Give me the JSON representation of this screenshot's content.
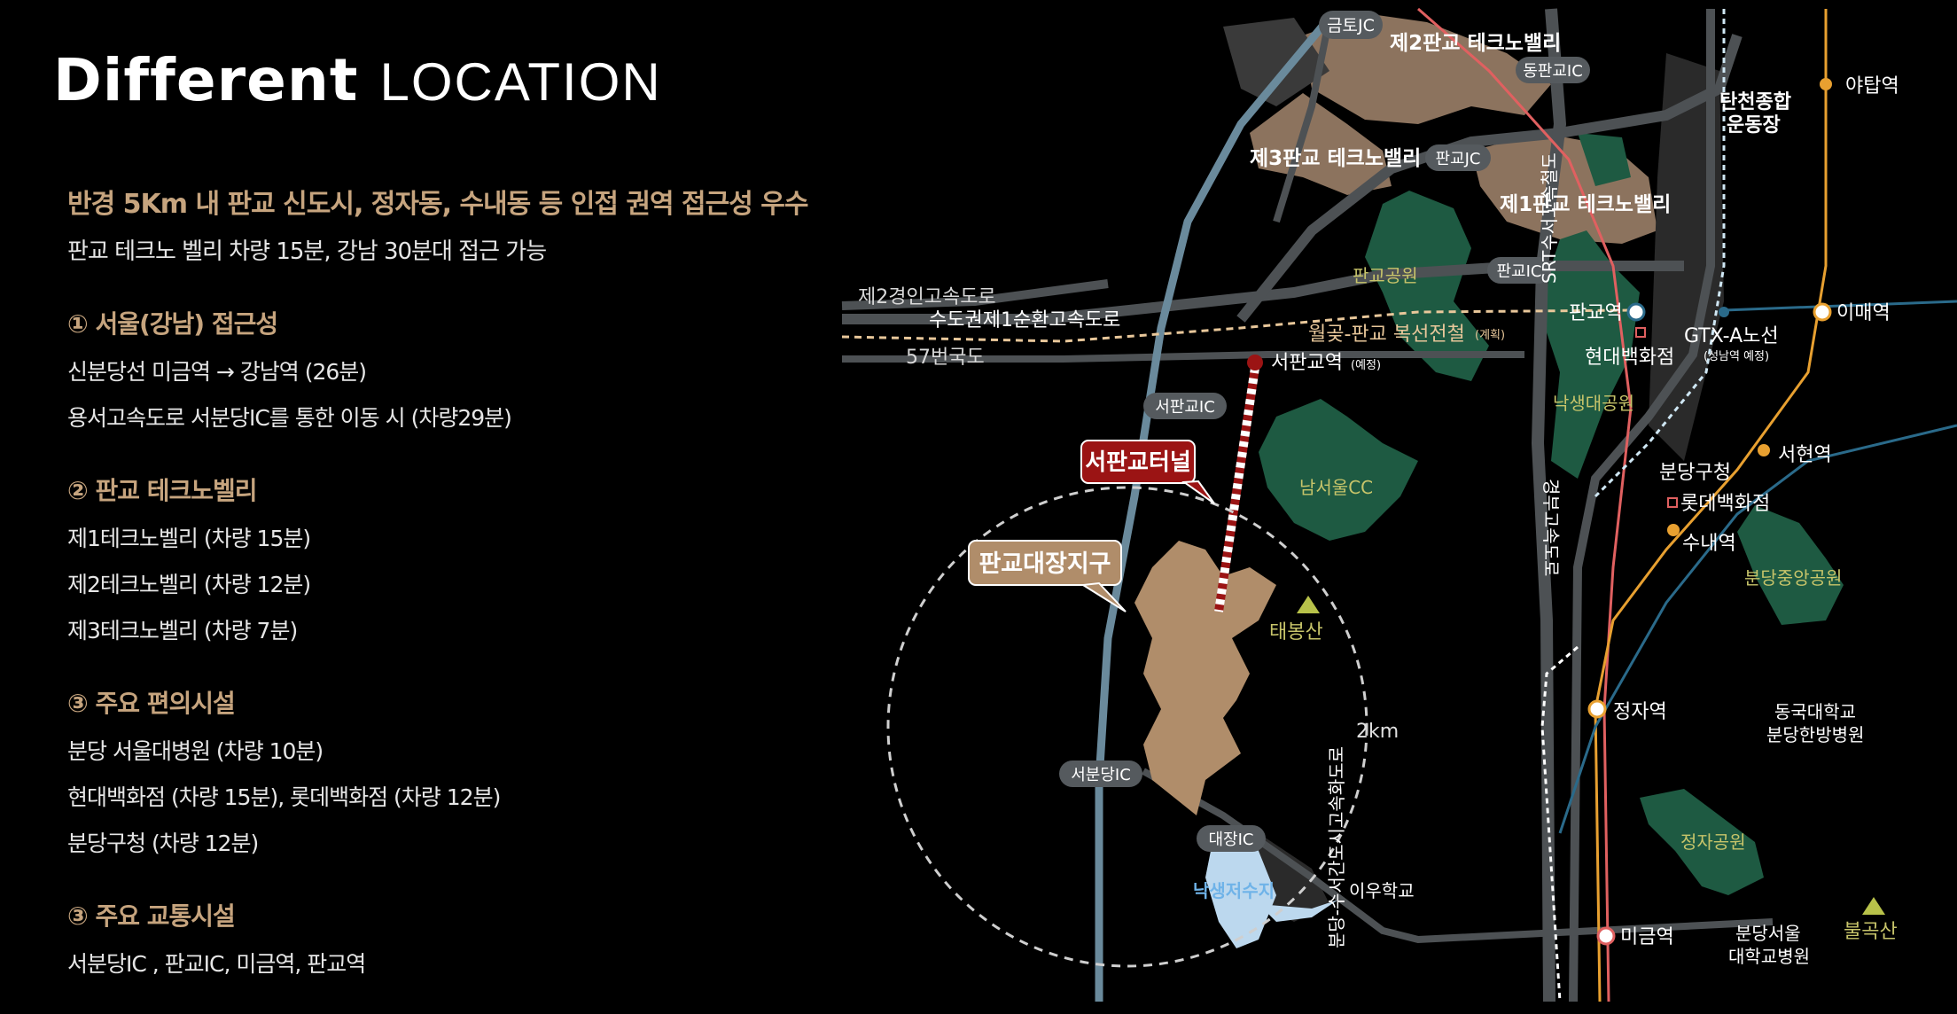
{
  "title": {
    "part1": "Different",
    "part2": "LOCATION"
  },
  "headline": "반경 5Km 내 판교 신도시, 정자동, 수내동 등 인접 권역 접근성 우수",
  "subline": "판교 테크노 벨리 차량 15분, 강남 30분대 접근 가능",
  "sections": [
    {
      "heading": "① 서울(강남) 접근성",
      "items": [
        "신분당선 미금역 → 강남역 (26분)",
        "용서고속도로 서분당IC를 통한 이동 시 (차량29분)"
      ]
    },
    {
      "heading": "② 판교 테크노벨리",
      "items": [
        "제1테크노벨리 (차량 15분)",
        "제2테크노벨리 (차량 12분)",
        "제3테크노벨리 (차량 7분)"
      ]
    },
    {
      "heading": "③  주요 편의시설",
      "items": [
        "분당 서울대병원 (차량 10분)",
        "현대백화점 (차량 15분), 롯데백화점 (차량 12분)",
        "분당구청 (차량 12분)"
      ]
    },
    {
      "heading": "③  주요 교통시설",
      "items": [
        "서분당IC , 판교IC, 미금역, 판교역"
      ]
    }
  ],
  "map": {
    "ic": {
      "geumto": "금토JC",
      "dongpangyo": "동판교IC",
      "pangyojc": "판교JC",
      "pangyoic": "판교IC",
      "seopangyoic": "서판교IC",
      "seobundang": "서분당IC",
      "daejang": "대장IC"
    },
    "roads": {
      "gyeongin2": "제2경인고속도로",
      "sudogwon": "수도권제1순환고속도로",
      "route57": "57번국도",
      "gyeongbu": "경부고속도로",
      "bundang_suseo": "분당-수서간도시고속화도로",
      "srt": "SRT수서고속철도"
    },
    "valleys": {
      "v2": "제2판교 테크노밸리",
      "v3": "제3판교 테크노밸리",
      "v1": "제1판교 테크노밸리"
    },
    "parks": {
      "pangyo": "판교공원",
      "naksaeng": "낙생대공원",
      "namseoul": "남서울CC",
      "bundangpark": "분당중앙공원",
      "jeongja": "정자공원"
    },
    "stations": {
      "yatap": "야탑역",
      "pangyo": "판교역",
      "imae": "이매역",
      "seohyeon": "서현역",
      "sunae": "수내역",
      "jeongja": "정자역",
      "migeum": "미금역",
      "seopangyo": "서판교역",
      "seopangyo_note": "(예정)"
    },
    "places": {
      "tancheon": "탄천종합\n운동장",
      "hyundai": "현대백화점",
      "gtx": "GTX-A노선",
      "gtx_note": "(성남역 예정)",
      "bundang_office": "분당구청",
      "lotte": "롯데백화점",
      "dongguk": "동국대학교\n분당한방병원",
      "snuh": "분당서울\n대학교병원",
      "iwoo": "이우학교",
      "reservoir": "낙생저수지",
      "taebong": "태봉산",
      "bulgok": "불곡산",
      "radius": "2km"
    },
    "railway_plan": "월곶-판교 복선전철",
    "railway_plan_note": "(계획)",
    "tunnel": "서판교터널",
    "site": "판교대장지구"
  },
  "colors": {
    "accent": "#c6a47e",
    "background": "#000000",
    "developed": "#8c735e",
    "park": "#1e5a42",
    "expressway": "#4d5154",
    "highway_blue": "#6a8a9c",
    "tunnel_red": "#9b1414",
    "station_orange": "#e8a030",
    "line_pink": "#e06060",
    "line_blue": "#2a6a8a",
    "reservoir": "#bcd8ee"
  }
}
